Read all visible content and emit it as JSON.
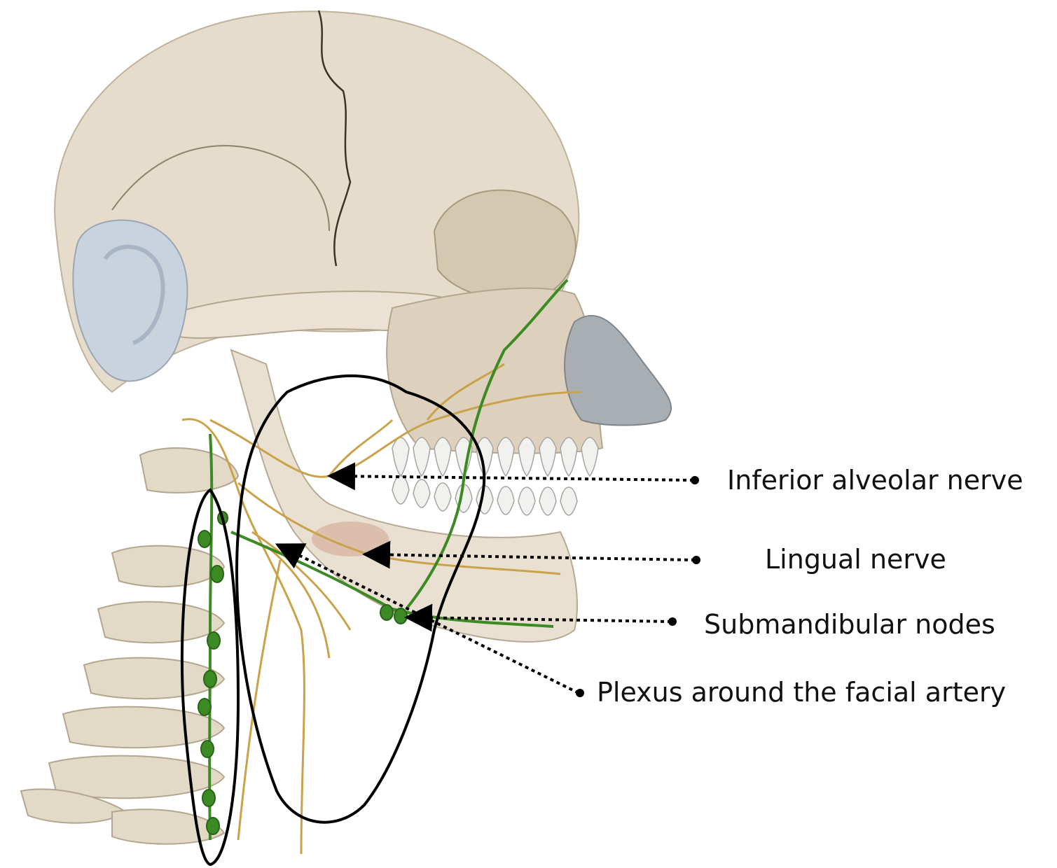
{
  "labels": {
    "inferior_alveolar": "Inferior alveolar nerve",
    "lingual": "Lingual nerve",
    "submandibular": "Submandibular nodes",
    "facial_plexus": "Plexus around the facial artery"
  },
  "colors": {
    "bone": "#e6dccb",
    "bone_shade": "#cdbfa8",
    "ear": "#c9d3de",
    "nose": "#a9aeb3",
    "nerve": "#c9a24a",
    "lymph": "#3c8a23",
    "outline": "#000000",
    "teeth": "#f1f1ef"
  }
}
